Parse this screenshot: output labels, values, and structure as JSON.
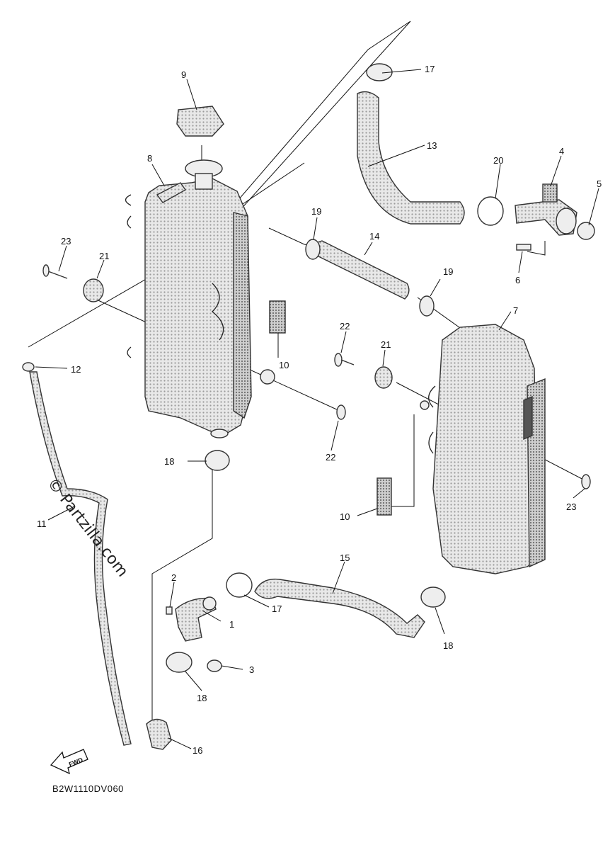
{
  "watermark": "© Partzilla.com",
  "diagram_code": "B2W1110DV060",
  "fwd_label": "FWD",
  "callouts": [
    "1",
    "2",
    "3",
    "4",
    "5",
    "6",
    "7",
    "8",
    "9",
    "10",
    "10",
    "11",
    "12",
    "13",
    "14",
    "15",
    "16",
    "17",
    "17",
    "18",
    "18",
    "18",
    "19",
    "19",
    "20",
    "21",
    "21",
    "22",
    "22",
    "23",
    "23"
  ]
}
